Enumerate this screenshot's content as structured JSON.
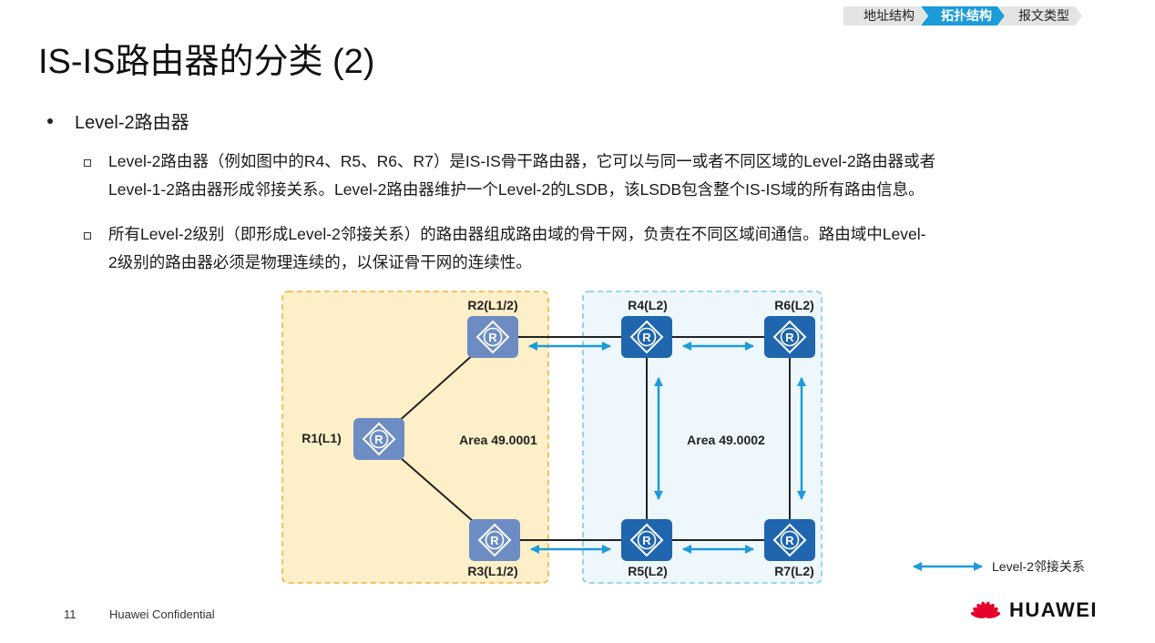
{
  "nav": {
    "tabs": [
      "地址结构",
      "拓扑结构",
      "报文类型"
    ],
    "active_index": 1,
    "active_color": "#1c9bd9"
  },
  "title": "IS-IS路由器的分类 (2)",
  "bullet": "Level-2路由器",
  "paragraphs": [
    [
      "Level-2路由器（例如图中的R4、R5、R6、R7）是IS-IS骨干路由器，它可以与同一或者不同区域的Level-2路由器或者",
      "Level-1-2路由器形成邻接关系。Level-2路由器维护一个Level-2的LSDB，该LSDB包含整个IS-IS域的所有路由信息。"
    ],
    [
      "所有Level-2级别（即形成Level-2邻接关系）的路由器组成路由域的骨干网，负责在不同区域间通信。路由域中Level-",
      "2级别的路由器必须是物理连续的，以保证骨干网的连续性。"
    ]
  ],
  "diagram": {
    "areas": [
      {
        "label": "Area 49.0001",
        "fill": "#fdefc8",
        "border": "#f0b43a"
      },
      {
        "label": "Area 49.0002",
        "fill": "#eef7fc",
        "border": "#7cc8ec"
      }
    ],
    "routers": [
      {
        "id": "R1",
        "label": "R1(L1)",
        "color": "#6d8cc4"
      },
      {
        "id": "R2",
        "label": "R2(L1/2)",
        "color": "#6d8cc4"
      },
      {
        "id": "R3",
        "label": "R3(L1/2)",
        "color": "#6d8cc4"
      },
      {
        "id": "R4",
        "label": "R4(L2)",
        "color": "#1f66ae"
      },
      {
        "id": "R5",
        "label": "R5(L2)",
        "color": "#1f66ae"
      },
      {
        "id": "R6",
        "label": "R6(L2)",
        "color": "#1f66ae"
      },
      {
        "id": "R7",
        "label": "R7(L2)",
        "color": "#1f66ae"
      }
    ],
    "router_icon_letter": "R",
    "links": [
      [
        "R1",
        "R2"
      ],
      [
        "R1",
        "R3"
      ],
      [
        "R2",
        "R4"
      ],
      [
        "R3",
        "R5"
      ],
      [
        "R4",
        "R6"
      ],
      [
        "R5",
        "R7"
      ],
      [
        "R4",
        "R5"
      ],
      [
        "R6",
        "R7"
      ]
    ],
    "adjacencies": [
      [
        "R2",
        "R4"
      ],
      [
        "R3",
        "R5"
      ],
      [
        "R4",
        "R6"
      ],
      [
        "R5",
        "R7"
      ],
      [
        "R4",
        "R5"
      ],
      [
        "R6",
        "R7"
      ]
    ],
    "adjacency_color": "#1c9bd9",
    "legend": "Level-2邻接关系"
  },
  "footer": {
    "page": "11",
    "confidential": "Huawei Confidential",
    "logo": "HUAWEI",
    "logo_color": "#e4002b"
  }
}
